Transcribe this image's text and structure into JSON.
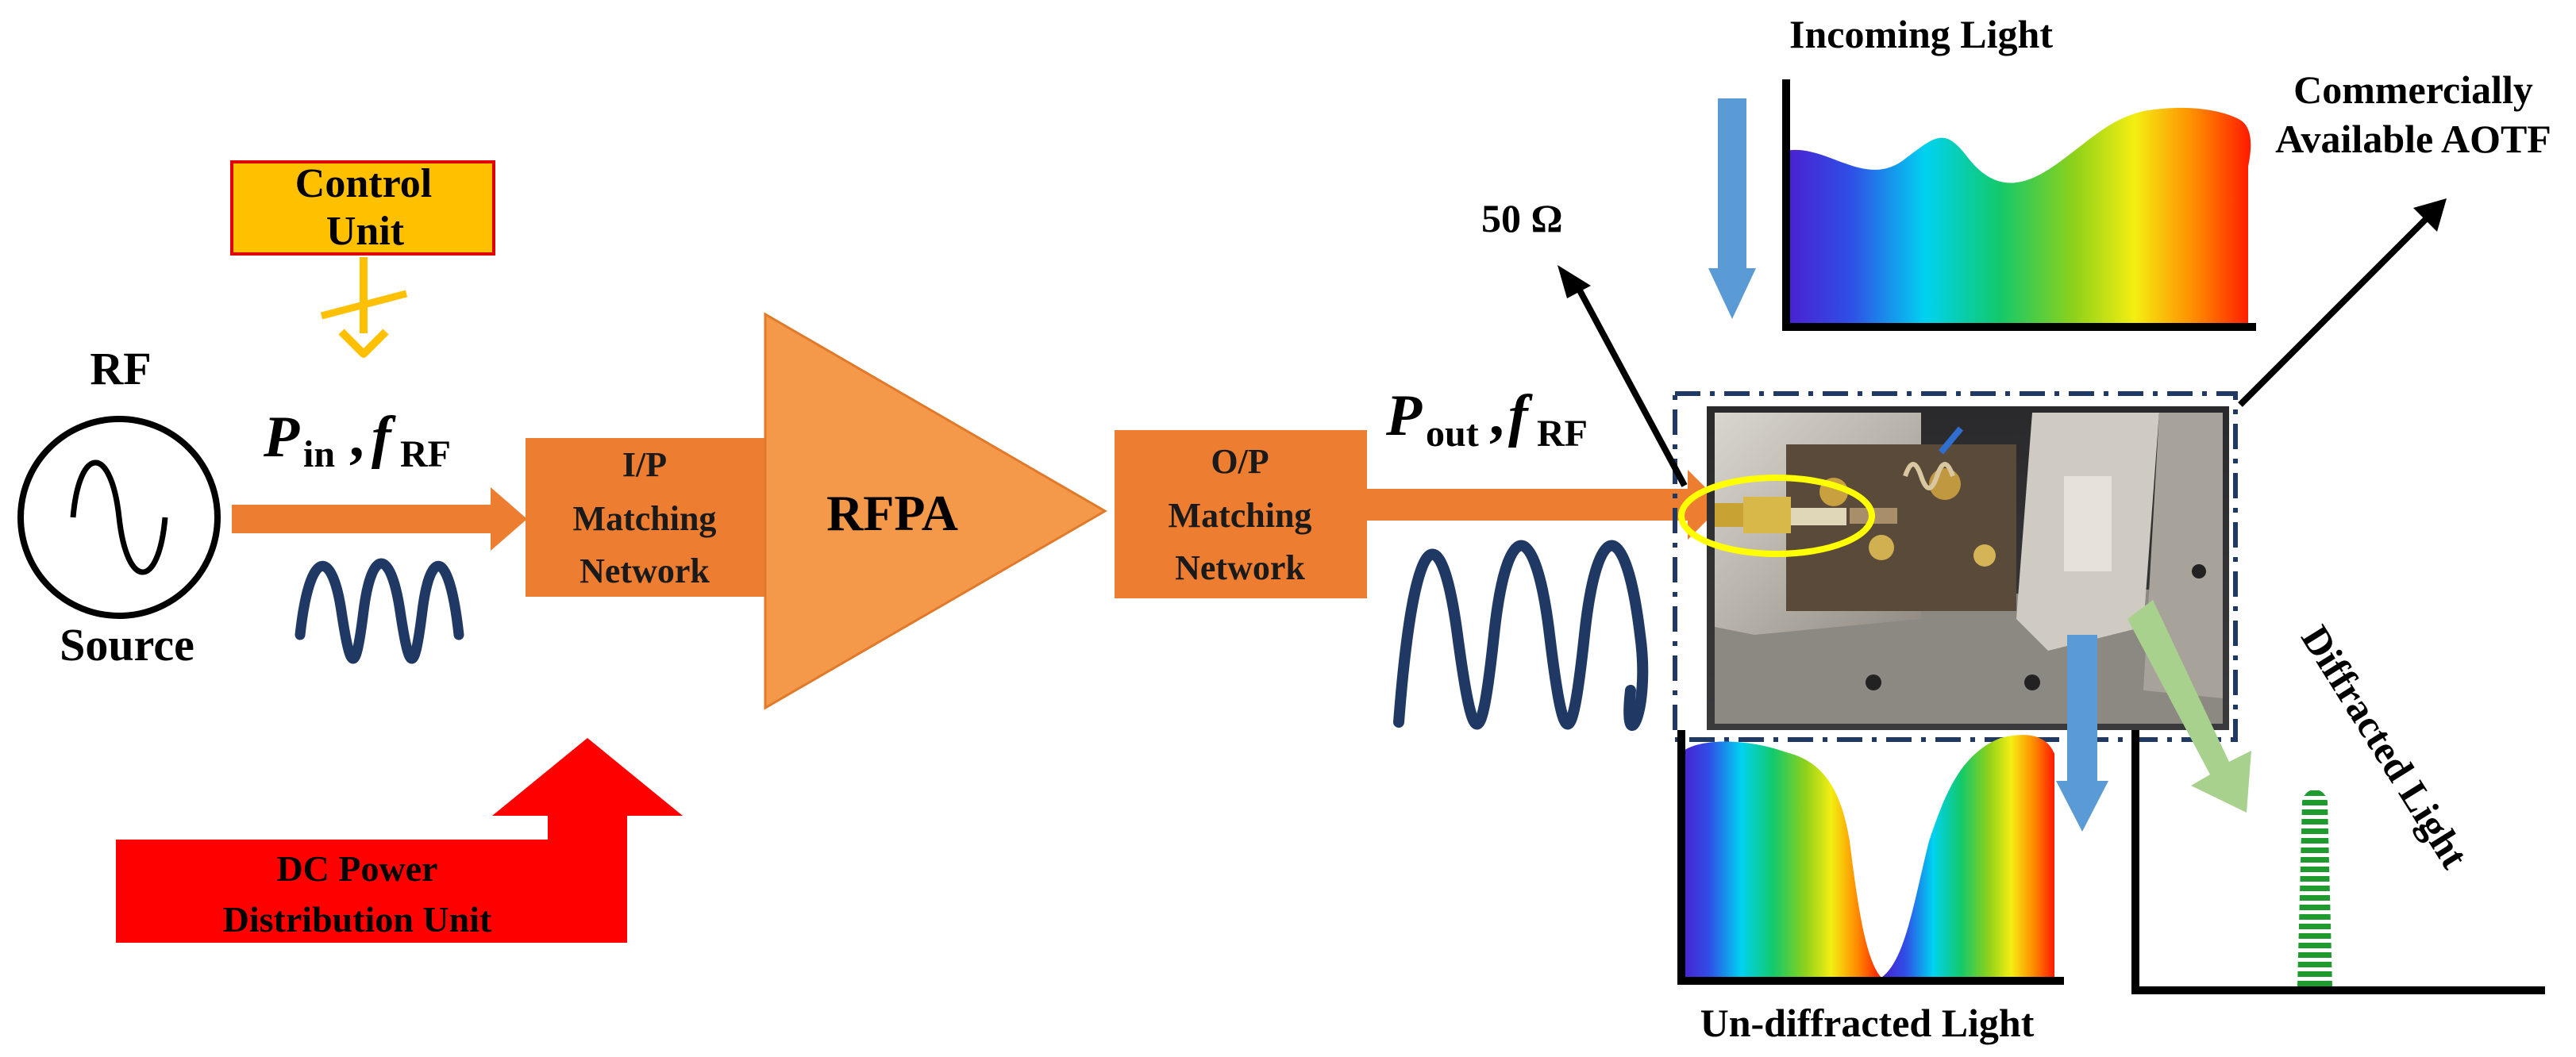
{
  "source": {
    "label_top": "RF",
    "label_bottom": "Source"
  },
  "control_unit": {
    "line1": "Control",
    "line2": "Unit"
  },
  "input_signal": {
    "p_symbol": "P",
    "p_sub": "in",
    "f_symbol": "f",
    "f_sub": "RF"
  },
  "input_matching": {
    "line1": "I/P",
    "line2": "Matching",
    "line3": "Network"
  },
  "amplifier": {
    "label": "RFPA"
  },
  "output_matching": {
    "line1": "O/P",
    "line2": "Matching",
    "line3": "Network"
  },
  "output_signal": {
    "p_symbol": "P",
    "p_sub": "out",
    "f_symbol": "f",
    "f_sub": "RF"
  },
  "dc_power": {
    "line1": "DC Power",
    "line2": "Distribution Unit"
  },
  "termination": {
    "label": "50 Ω"
  },
  "aotf": {
    "line1": "Commercially",
    "line2": "Available AOTF"
  },
  "light": {
    "incoming": "Incoming Light",
    "undiffracted": "Un-diffracted Light",
    "diffracted": "Diffracted Light"
  },
  "colors": {
    "orange_block": "#ed7d31",
    "orange_triangle": "#f4994a",
    "arrow_orange": "#ed7d31",
    "control_fill": "#ffc000",
    "control_border": "#e00000",
    "dc_red": "#ff0000",
    "wave_navy": "#1f3864",
    "down_arrow_blue": "#5b9bd5",
    "diffract_green": "#a9d18e",
    "dash_navy": "#1f3864",
    "ellipse_yellow": "#ffff00"
  }
}
